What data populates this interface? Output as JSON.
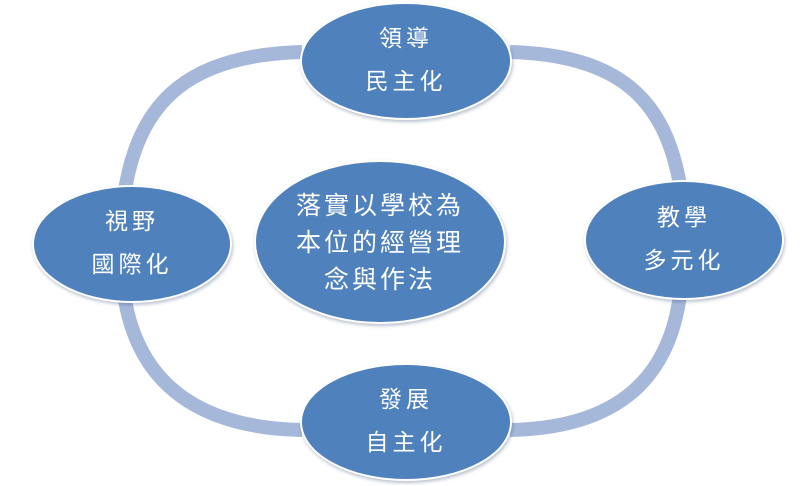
{
  "colors": {
    "node_fill": "#4f81bd",
    "ring": "#a6b8d9",
    "background": "#ffffff"
  },
  "center": {
    "lines": [
      "落實以學校為",
      "本位的經營理",
      "念與作法"
    ]
  },
  "nodes": {
    "top": {
      "lines": [
        "領導",
        "民主化"
      ]
    },
    "right": {
      "lines": [
        "教學",
        "多元化"
      ]
    },
    "bottom": {
      "lines": [
        "發展",
        "自主化"
      ]
    },
    "left": {
      "lines": [
        "視野",
        "國際化"
      ]
    }
  }
}
